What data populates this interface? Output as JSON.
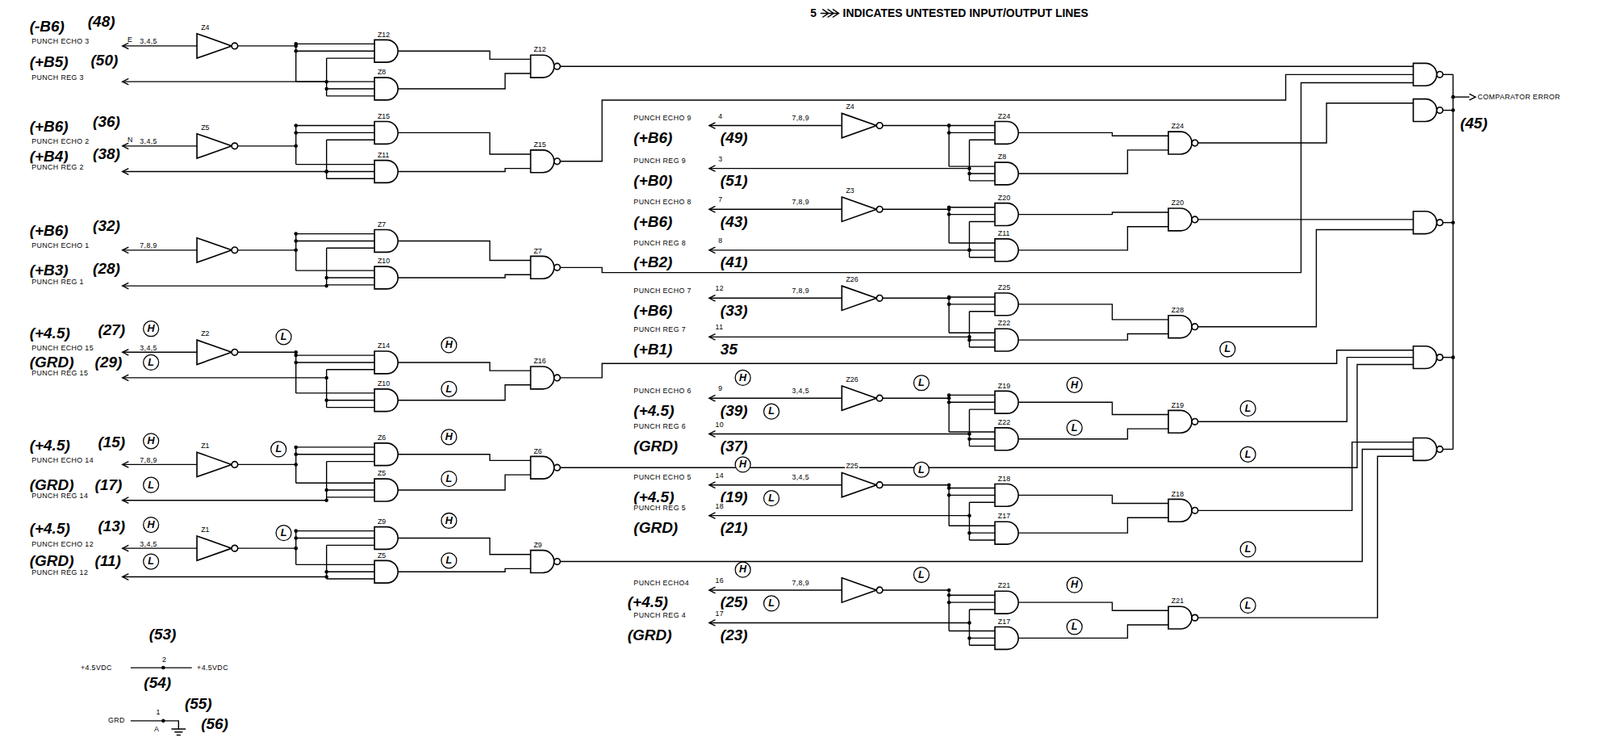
{
  "diagram": {
    "labels": [
      "5",
      "INDICATES UNTESTED INPUT/OUTPUT LINES",
      "(-B6)",
      "(48)",
      "PUNCH ECHO 3",
      "E",
      "3,4,5",
      "Z4",
      "(+B5)",
      "(50)",
      "PUNCH REG 3",
      "Z12",
      "Z8",
      "Z12",
      "(+B6)",
      "(36)",
      "PUNCH ECHO 2",
      "N",
      "3,4,5",
      "Z5",
      "(+B4)",
      "(38)",
      "PUNCH REG 2",
      "Z15",
      "Z11",
      "Z15",
      "(+B6)",
      "(32)",
      "PUNCH ECHO 1",
      "7,8,9",
      "(+B3)",
      "(28)",
      "PUNCH REG 1",
      "Z7",
      "Z10",
      "Z7",
      "(+4.5)",
      "(27)",
      "H",
      "PUNCH ECHO 15",
      "3,4,5",
      "Z2",
      "(GRD)",
      "(29)",
      "L",
      "PUNCH REG 15",
      "L",
      "H",
      "L",
      "Z14",
      "Z10",
      "Z16",
      "(+4.5)",
      "(15)",
      "H",
      "PUNCH ECHO 14",
      "7,8,9",
      "Z1",
      "(GRD)",
      "(17)",
      "L",
      "PUNCH REG 14",
      "L",
      "H",
      "L",
      "Z6",
      "Z5",
      "Z6",
      "(+4.5)",
      "(13)",
      "H",
      "PUNCH ECHO 12",
      "3,4,5",
      "Z1",
      "(GRD)",
      "(11)",
      "L",
      "PUNCH REG 12",
      "L",
      "H",
      "L",
      "Z9",
      "Z5",
      "Z9",
      "PUNCH ECHO 9",
      "4",
      "7,8,9",
      "(+B6)",
      "(49)",
      "Z4",
      "PUNCH REG 9",
      "3",
      "(+B0)",
      "(51)",
      "Z24",
      "Z8",
      "Z24",
      "PUNCH ECHO 8",
      "7",
      "7,8,9",
      "(+B6)",
      "(43)",
      "Z3",
      "PUNCH REG 8",
      "8",
      "(+B2)",
      "(41)",
      "Z20",
      "Z11",
      "Z20",
      "PUNCH ECHO 7",
      "12",
      "7,8,9",
      "(+B6)",
      "(33)",
      "Z26",
      "PUNCH REG 7",
      "11",
      "(+B1)",
      "35",
      "Z25",
      "Z22",
      "Z28",
      "PUNCH ECHO 6",
      "9",
      "H",
      "3,4,5",
      "(+4.5)",
      "(39)",
      "L",
      "Z26",
      "L",
      "PUNCH REG 6",
      "10",
      "(GRD)",
      "(37)",
      "H",
      "L",
      "Z19",
      "Z22",
      "Z19",
      "L",
      "L",
      "L",
      "PUNCH ECHO 5",
      "14",
      "H",
      "3,4,5",
      "(+4.5)",
      "(19)",
      "L",
      "Z25",
      "L",
      "PUNCH REG 5",
      "18",
      "(GRD)",
      "(21)",
      "Z18",
      "Z17",
      "Z18",
      "L",
      "PUNCH ECHO4",
      "16",
      "H",
      "7,8,9",
      "(+4.5)",
      "(25)",
      "L",
      "L",
      "PUNCH REG 4",
      "17",
      "(GRD)",
      "(23)",
      "H",
      "L",
      "Z21",
      "Z17",
      "Z21",
      "L",
      "COMPARATOR ERROR",
      "(45)",
      "(53)",
      "+4.5VDC",
      "2",
      "+4.5VDC",
      "(54)",
      "GRD",
      "1",
      "A",
      "(55)",
      "(56)"
    ]
  }
}
